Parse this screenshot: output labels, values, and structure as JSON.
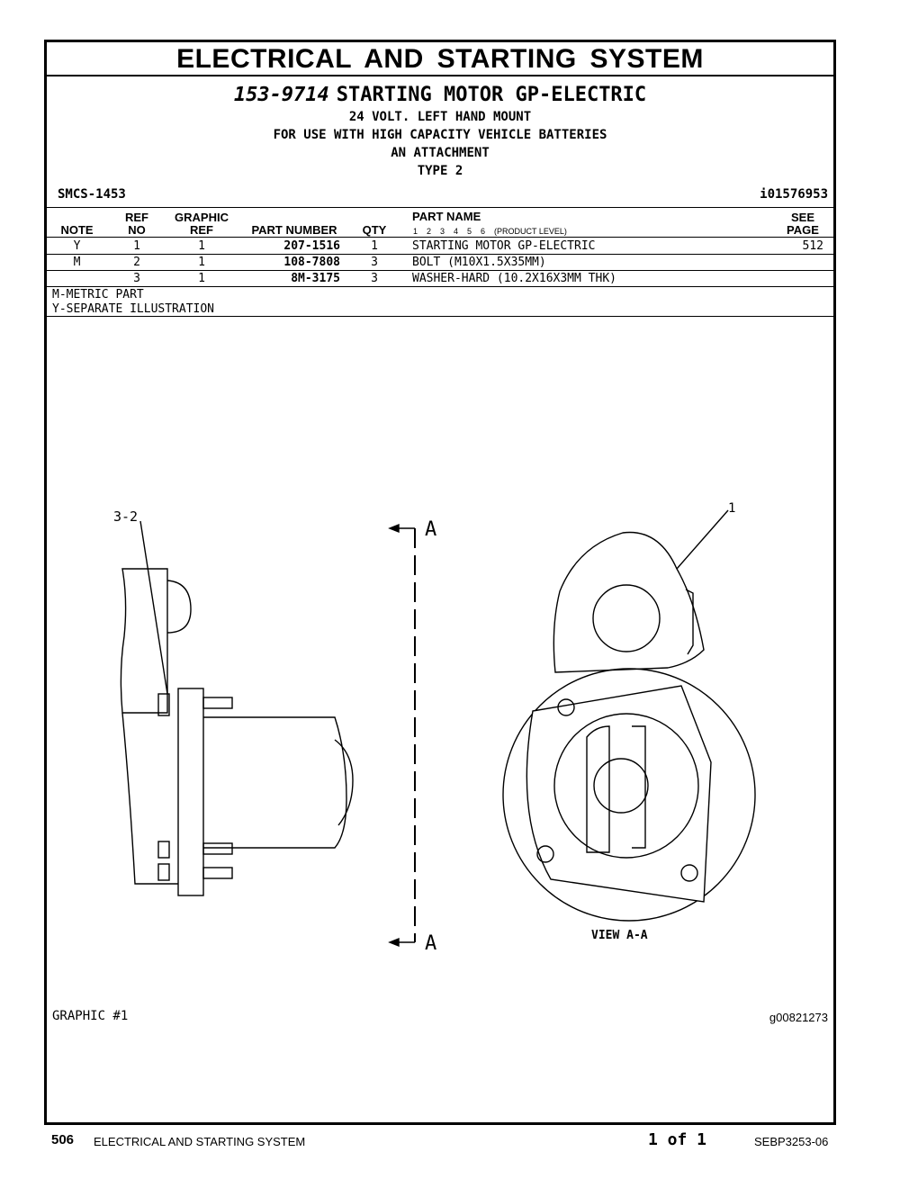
{
  "page_title": "ELECTRICAL  AND  STARTING  SYSTEM",
  "group": {
    "number": "153-9714",
    "name": "STARTING MOTOR GP-ELECTRIC",
    "lines": [
      "24 VOLT. LEFT HAND MOUNT",
      "FOR USE WITH HIGH CAPACITY VEHICLE BATTERIES",
      "AN ATTACHMENT",
      "TYPE 2"
    ]
  },
  "smcs": "SMCS-1453",
  "illustration_ref": "i01576953",
  "columns": {
    "note": "NOTE",
    "ref_top": "REF",
    "ref_bottom": "NO",
    "graphic_top": "GRAPHIC",
    "graphic_bottom": "REF",
    "part_number": "PART NUMBER",
    "qty": "QTY",
    "part_name": "PART NAME",
    "levels": "1    2    3    4    5    6    (PRODUCT LEVEL)",
    "see_top": "SEE",
    "see_bottom": "PAGE"
  },
  "rows": [
    {
      "note": "Y",
      "ref": "1",
      "graphic": "1",
      "part_number": "207-1516",
      "qty": "1",
      "name": "STARTING MOTOR GP-ELECTRIC",
      "page": "512"
    },
    {
      "note": "M",
      "ref": "2",
      "graphic": "1",
      "part_number": "108-7808",
      "qty": "3",
      "name": "BOLT (M10X1.5X35MM)",
      "page": ""
    },
    {
      "note": "",
      "ref": "3",
      "graphic": "1",
      "part_number": "8M-3175",
      "qty": "3",
      "name": "WASHER-HARD (10.2X16X3MM THK)",
      "page": ""
    }
  ],
  "notes": [
    "M-METRIC PART",
    "Y-SEPARATE ILLUSTRATION"
  ],
  "drawing": {
    "callout_left": "3-2",
    "callout_right": "1",
    "section_top": "A",
    "section_bottom": "A",
    "view_label": "VIEW  A-A"
  },
  "graphic_label": "GRAPHIC #1",
  "graphic_ref": "g00821273",
  "footer": {
    "page_number": "506",
    "section": "ELECTRICAL AND STARTING SYSTEM",
    "page_of": "1 of 1",
    "doc_id": "SEBP3253-06"
  }
}
